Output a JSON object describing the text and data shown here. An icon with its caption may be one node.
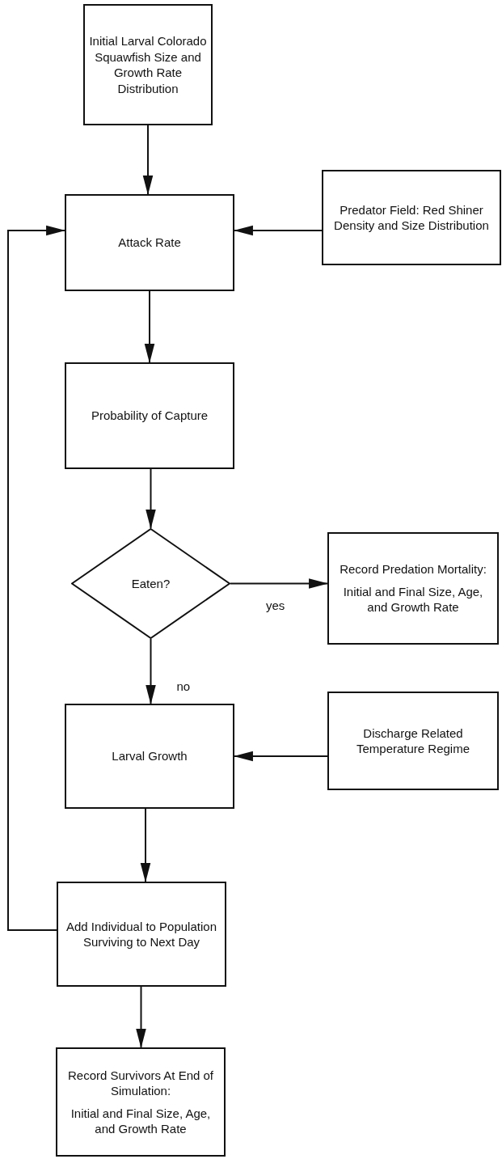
{
  "diagram": {
    "nodes": [
      {
        "text": [
          "Initial Larval Colorado Squawfish Size and Growth Rate Distribution"
        ]
      },
      {
        "text": [
          "Attack Rate"
        ]
      },
      {
        "text": [
          "Predator Field: Red Shiner Density and Size Distribution"
        ]
      },
      {
        "text": [
          "Probability of Capture"
        ]
      },
      {
        "text": [
          "Eaten?"
        ]
      },
      {
        "text": [
          "Record Predation Mortality:",
          "Initial and Final Size, Age, and Growth Rate"
        ]
      },
      {
        "text": [
          "Larval Growth"
        ]
      },
      {
        "text": [
          "Discharge Related Temperature Regime"
        ]
      },
      {
        "text": [
          "Add Individual to Population Surviving to Next Day"
        ]
      },
      {
        "text": [
          "Record Survivors At End of Simulation:",
          "Initial and Final Size, Age, and Growth Rate"
        ]
      }
    ],
    "edges": [
      {
        "from": 0,
        "to": 1,
        "arrow": "to"
      },
      {
        "from": 2,
        "to": 1,
        "arrow": "to"
      },
      {
        "from": 1,
        "to": 3,
        "arrow": "to"
      },
      {
        "from": 3,
        "to": 4,
        "arrow": "to"
      },
      {
        "from": 4,
        "to": 5,
        "arrow": "to",
        "label": "yes"
      },
      {
        "from": 4,
        "to": 6,
        "arrow": "to",
        "label": "no"
      },
      {
        "from": 7,
        "to": 6,
        "arrow": "to"
      },
      {
        "from": 6,
        "to": 8,
        "arrow": "to"
      },
      {
        "from": 8,
        "to": 1,
        "arrow": "to"
      },
      {
        "from": 8,
        "to": 9,
        "arrow": "to"
      }
    ]
  }
}
